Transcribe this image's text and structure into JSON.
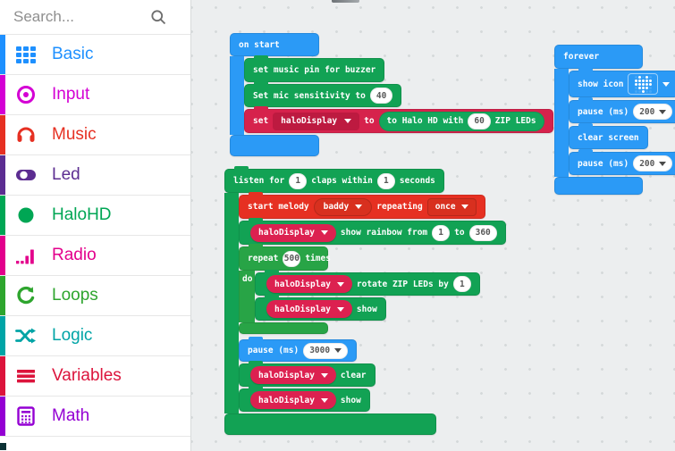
{
  "palette": {
    "blue": "#2b9af6",
    "green": "#12a254",
    "loops_green": "#28a446",
    "crimson": "#d6224c",
    "red": "#e63022",
    "pill": "#dc2150",
    "workspace_bg": "#eceeef"
  },
  "sidebar": {
    "search_placeholder": "Search...",
    "partial_category_color": "#0b3134",
    "categories": [
      {
        "label": "Basic",
        "color": "#1E90FF"
      },
      {
        "label": "Input",
        "color": "#D400D4"
      },
      {
        "label": "Music",
        "color": "#E63022"
      },
      {
        "label": "Led",
        "color": "#5C2D91"
      },
      {
        "label": "HaloHD",
        "color": "#00A654"
      },
      {
        "label": "Radio",
        "color": "#E3008C"
      },
      {
        "label": "Loops",
        "color": "#2EA52E"
      },
      {
        "label": "Logic",
        "color": "#00A4A6"
      },
      {
        "label": "Variables",
        "color": "#DC143C"
      },
      {
        "label": "Math",
        "color": "#9400D3"
      }
    ]
  },
  "workspace": {
    "on_start": {
      "title": "on start",
      "set_music_pin": "set music pin for buzzer",
      "mic_label": "Set mic sensitivity to",
      "mic_value": "40",
      "set_label": "set",
      "var_name": "haloDisplay",
      "to_label": "to",
      "init_pre": "to Halo HD with",
      "init_value": "60",
      "init_post": "ZIP LEDs"
    },
    "listen": {
      "pre": "listen for",
      "claps": "1",
      "mid": "claps within",
      "secs": "1",
      "post": "seconds",
      "melody": {
        "pre": "start melody",
        "name": "baddy",
        "mid": "repeating",
        "mode": "once"
      },
      "rainbow": {
        "var_name": "haloDisplay",
        "label": "show rainbow from",
        "from": "1",
        "to_label": "to",
        "to_value": "360"
      },
      "repeat": {
        "pre": "repeat",
        "count": "500",
        "post": "times",
        "do_label": "do",
        "rotate": {
          "var_name": "haloDisplay",
          "label": "rotate ZIP LEDs by",
          "value": "1"
        },
        "show": {
          "var_name": "haloDisplay",
          "label": "show"
        }
      },
      "pause": {
        "label": "pause (ms)",
        "value": "3000"
      },
      "clear": {
        "var_name": "haloDisplay",
        "label": "clear"
      },
      "show2": {
        "var_name": "haloDisplay",
        "label": "show"
      }
    },
    "forever": {
      "title": "forever",
      "show_icon_label": "show icon",
      "icon_name": "heart",
      "heart_pattern": [
        "01010",
        "11111",
        "11111",
        "01110",
        "00100"
      ],
      "pause1": {
        "label": "pause (ms)",
        "value": "200"
      },
      "clear_screen": "clear screen",
      "pause2": {
        "label": "pause (ms)",
        "value": "200"
      }
    }
  }
}
